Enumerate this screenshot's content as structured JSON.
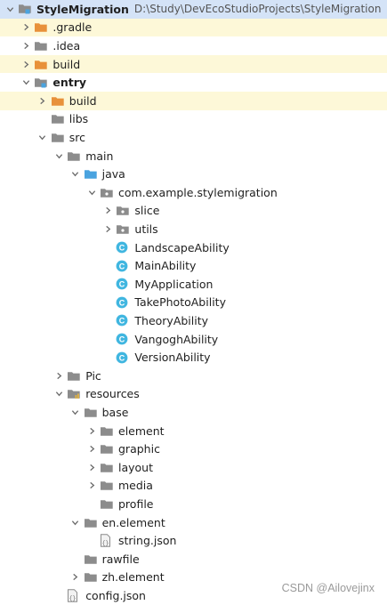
{
  "tree": [
    {
      "label": "StyleMigration",
      "path": "D:\\Study\\DevEcoStudioProjects\\StyleMigration",
      "depth": 0,
      "arrow": "down",
      "icon": "module-folder-icon",
      "bold": true,
      "bg": "sel"
    },
    {
      "label": ".gradle",
      "depth": 1,
      "arrow": "right",
      "icon": "orange-folder-icon",
      "bg": "hl"
    },
    {
      "label": ".idea",
      "depth": 1,
      "arrow": "right",
      "icon": "grey-folder-icon"
    },
    {
      "label": "build",
      "depth": 1,
      "arrow": "right",
      "icon": "orange-folder-icon",
      "bg": "hl"
    },
    {
      "label": "entry",
      "depth": 1,
      "arrow": "down",
      "icon": "module-folder-icon",
      "bold": true
    },
    {
      "label": "build",
      "depth": 2,
      "arrow": "right",
      "icon": "orange-folder-icon",
      "bg": "hl"
    },
    {
      "label": "libs",
      "depth": 2,
      "arrow": "none",
      "icon": "grey-folder-icon"
    },
    {
      "label": "src",
      "depth": 2,
      "arrow": "down",
      "icon": "grey-folder-icon"
    },
    {
      "label": "main",
      "depth": 3,
      "arrow": "down",
      "icon": "grey-folder-icon"
    },
    {
      "label": "java",
      "depth": 4,
      "arrow": "down",
      "icon": "blue-folder-icon"
    },
    {
      "label": "com.example.stylemigration",
      "depth": 5,
      "arrow": "down",
      "icon": "package-folder-icon"
    },
    {
      "label": "slice",
      "depth": 6,
      "arrow": "right",
      "icon": "package-folder-icon"
    },
    {
      "label": "utils",
      "depth": 6,
      "arrow": "right",
      "icon": "package-folder-icon"
    },
    {
      "label": "LandscapeAbility",
      "depth": 6,
      "arrow": "none",
      "icon": "class-icon"
    },
    {
      "label": "MainAbility",
      "depth": 6,
      "arrow": "none",
      "icon": "class-icon"
    },
    {
      "label": "MyApplication",
      "depth": 6,
      "arrow": "none",
      "icon": "class-icon"
    },
    {
      "label": "TakePhotoAbility",
      "depth": 6,
      "arrow": "none",
      "icon": "class-icon"
    },
    {
      "label": "TheoryAbility",
      "depth": 6,
      "arrow": "none",
      "icon": "class-icon"
    },
    {
      "label": "VangoghAbility",
      "depth": 6,
      "arrow": "none",
      "icon": "class-icon"
    },
    {
      "label": "VersionAbility",
      "depth": 6,
      "arrow": "none",
      "icon": "class-icon"
    },
    {
      "label": "Pic",
      "depth": 3,
      "arrow": "right",
      "icon": "grey-folder-icon"
    },
    {
      "label": "resources",
      "depth": 3,
      "arrow": "down",
      "icon": "resources-folder-icon"
    },
    {
      "label": "base",
      "depth": 4,
      "arrow": "down",
      "icon": "grey-folder-icon"
    },
    {
      "label": "element",
      "depth": 5,
      "arrow": "right",
      "icon": "grey-folder-icon"
    },
    {
      "label": "graphic",
      "depth": 5,
      "arrow": "right",
      "icon": "grey-folder-icon"
    },
    {
      "label": "layout",
      "depth": 5,
      "arrow": "right",
      "icon": "grey-folder-icon"
    },
    {
      "label": "media",
      "depth": 5,
      "arrow": "right",
      "icon": "grey-folder-icon"
    },
    {
      "label": "profile",
      "depth": 5,
      "arrow": "none",
      "icon": "grey-folder-icon"
    },
    {
      "label": "en.element",
      "depth": 4,
      "arrow": "down",
      "icon": "grey-folder-icon"
    },
    {
      "label": "string.json",
      "depth": 5,
      "arrow": "none",
      "icon": "json-file-icon"
    },
    {
      "label": "rawfile",
      "depth": 4,
      "arrow": "none",
      "icon": "grey-folder-icon"
    },
    {
      "label": "zh.element",
      "depth": 4,
      "arrow": "right",
      "icon": "grey-folder-icon"
    },
    {
      "label": "config.json",
      "depth": 3,
      "arrow": "none",
      "icon": "json-file-icon"
    }
  ],
  "watermark": "CSDN @Ailovejinx",
  "colors": {
    "orange_folder": "#e8913a",
    "grey_folder": "#8c8c8c",
    "blue_folder": "#4aa3df",
    "class_icon": "#40b6e0",
    "highlight_bg": "#fdf8d8",
    "selected_bg": "#d4e3f7"
  }
}
